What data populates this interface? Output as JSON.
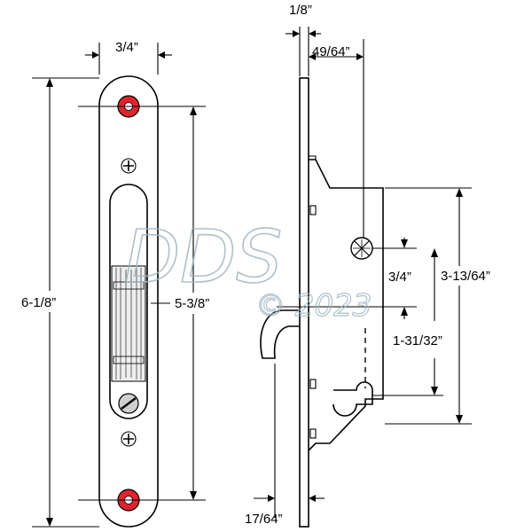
{
  "figure": {
    "front_view": {
      "overall_width": "3/4”",
      "overall_height": "6-1/8”",
      "hole_spacing": "5-3/8”"
    },
    "side_view": {
      "plate_thickness": "1/8”",
      "body_depth": "49/64”",
      "body_height": "3-13/64”",
      "screw_to_hook": "3/4”",
      "hook_travel": "1-31/32”",
      "hook_offset": "17/64”"
    },
    "watermark": {
      "brand": "DDS",
      "copyright": "© 2023"
    }
  },
  "colors": {
    "line": "#000000",
    "screw_red": "#e0242b",
    "plate_fill": "#ffffff",
    "watermark": "#9fb6c4"
  }
}
